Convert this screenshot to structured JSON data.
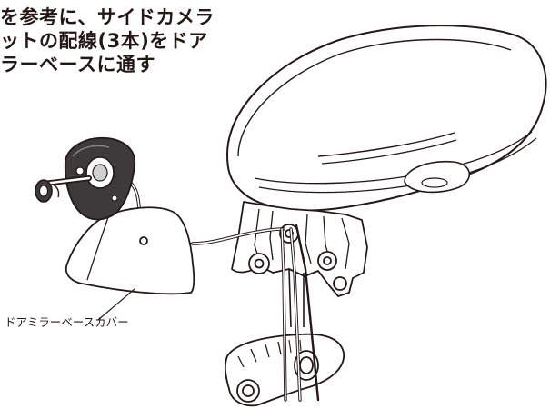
{
  "instruction": {
    "lines": [
      "を参考に、サイドカメラ",
      "ットの配線(3本)をドア",
      "ラーベースに通す"
    ]
  },
  "callouts": {
    "mirror_base_cover": "ドアミラーベースカバー"
  },
  "colors": {
    "line": "#231815",
    "fill": "#ffffff",
    "camera_body": "#3c3a3a",
    "wire": "#9a9a9a"
  }
}
